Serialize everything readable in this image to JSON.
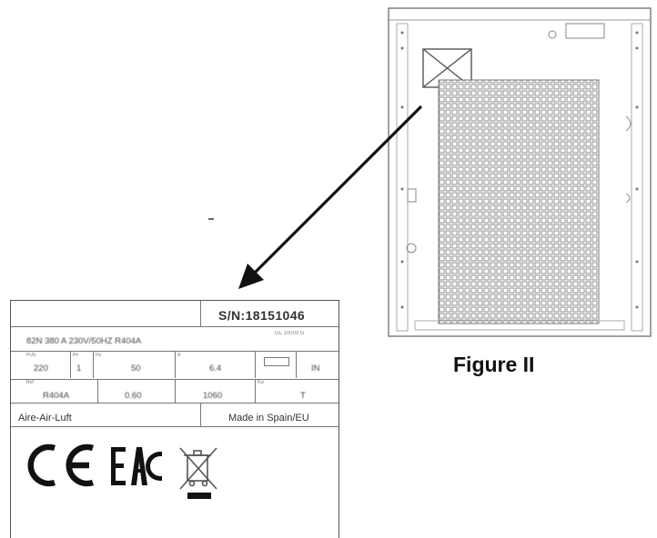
{
  "figure": {
    "caption": "Figure II"
  },
  "plate": {
    "serial": "S/N:18151046",
    "model_line": "82N 380 A 230V/50HZ R404A",
    "model_tag": "GL 10000 G",
    "row1": {
      "headers": [
        "PUS",
        "Ph",
        "Hz",
        "A",
        "",
        ""
      ],
      "values": [
        "220",
        "1",
        "50",
        "6.4",
        "",
        "IN"
      ]
    },
    "row2": {
      "headers": [
        "Ref",
        "",
        "",
        "Kw",
        ""
      ],
      "values": [
        "R404A",
        "0.60",
        "1060",
        "T"
      ]
    },
    "footer_left": "Aire-Air-Luft",
    "footer_right": "Made in Spain/EU",
    "marks": [
      "ce-mark",
      "eac-mark",
      "weee-bin-icon"
    ]
  }
}
